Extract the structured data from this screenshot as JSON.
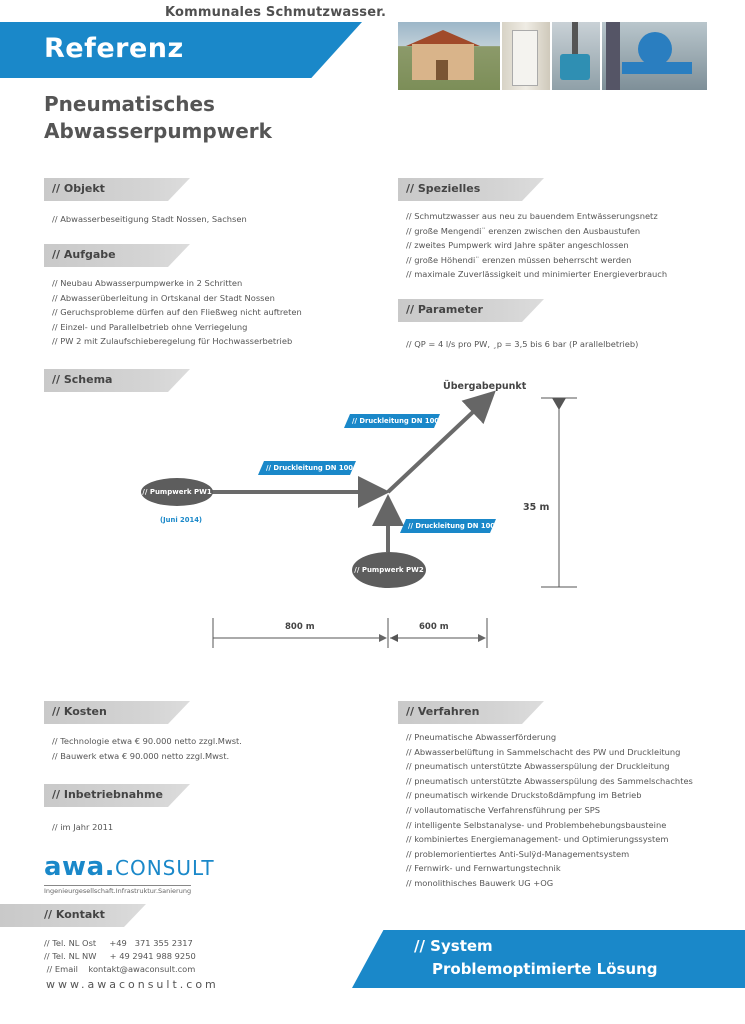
{
  "header": {
    "top_line": "Kommunales Schmutzwasser.",
    "banner": "Referenz",
    "title_line1": "Pneumatisches",
    "title_line2": "Abwasserpumpwerk"
  },
  "sections": {
    "objekt": {
      "heading": "// Objekt",
      "lines": [
        "// Abwasserbeseitigung Stadt Nossen, Sachsen"
      ]
    },
    "aufgabe": {
      "heading": "// Aufgabe",
      "lines": [
        "// Neubau Abwasserpumpwerke in 2 Schritten",
        "// Abwasserüberleitung in Ortskanal der Stadt Nossen",
        "// Geruchsprobleme dürfen auf den Fließweg nicht auftreten",
        "// Einzel- und Parallelbetrieb ohne Verriegelung",
        "// PW 2 mit Zulaufschieberegelung für Hochwasserbetrieb"
      ]
    },
    "spezielles": {
      "heading": "// Spezielles",
      "lines": [
        "// Schmutzwasser aus neu zu bauendem Entwässerungsnetz",
        "// große Mengendi¨ erenzen zwischen den Ausbaustufen",
        "// zweites Pumpwerk wird Jahre später angeschlossen",
        "// große Höhendi¨ erenzen müssen beherrscht werden",
        "// maximale Zuverlässigkeit und minimierter Energieverbrauch"
      ]
    },
    "parameter": {
      "heading": "// Parameter",
      "lines": [
        "// QP = 4 l/s pro PW,  ¸p = 3,5 bis 6 bar (P arallelbetrieb)"
      ]
    },
    "schema": {
      "heading": "// Schema"
    },
    "kosten": {
      "heading": "// Kosten",
      "lines": [
        "// Technologie etwa € 90.000 netto zzgl.Mwst.",
        "// Bauwerk etwa € 90.000 netto zzgl.Mwst."
      ]
    },
    "inbetriebnahme": {
      "heading": "// Inbetriebnahme",
      "lines": [
        "// im Jahr 2011"
      ]
    },
    "verfahren": {
      "heading": "// Verfahren",
      "lines": [
        "// Pneumatische Abwasserförderung",
        "// Abwasserbelüftung in Sammelschacht des PW und Druckleitung",
        "// pneumatisch unterstützte Abwasserspülung der Druckleitung",
        "// pneumatisch unterstützte Abwasserspülung des Sammelschachtes",
        "// pneumatisch wirkende Druckstoßdämpfung im Betrieb",
        "// vollautomatische Verfahrensführung per SPS",
        "// intelligente Selbstanalyse- und Problembehebungsbausteine",
        "// kombiniertes Energiemanagement- und Optimierungssystem",
        "// problemorientiertes Anti-Sulÿd-Managementsystem",
        "// Fernwirk- und Fernwartungstechnik",
        "// monolithisches Bauwerk UG +OG"
      ]
    },
    "kontakt": {
      "heading": "// Kontakt",
      "lines": [
        "// Tel. NL Ost     +49   371 355 2317",
        "// Tel. NL NW     + 49 2941 988 9250",
        " // Email    kontakt@awaconsult.com"
      ]
    }
  },
  "schema": {
    "pw1": "// Pumpwerk PW1",
    "pw1_date": "(Juni 2014)",
    "pw2": "// Pumpwerk PW2",
    "pipe1": "// Druckleitung DN 100",
    "pipe2": "// Druckleitung DN 100",
    "pipe3": "// Druckleitung DN 100",
    "transfer_point": "Übergabepunkt",
    "height": "35 m",
    "dist1": "800 m",
    "dist2": "600 m"
  },
  "logo": {
    "awa": "awa.",
    "consult": "CONSULT",
    "tagline": "Ingenieurgesellschaft.Infrastruktur.Sanierung"
  },
  "website": "www.awaconsult.com",
  "footer_banner": {
    "line1": "// System",
    "line2": "Problemoptimierte Lösung"
  },
  "colors": {
    "accent": "#1a88c9",
    "section_bg": "#d0d0d0",
    "ellipse": "#5d5d5d"
  }
}
